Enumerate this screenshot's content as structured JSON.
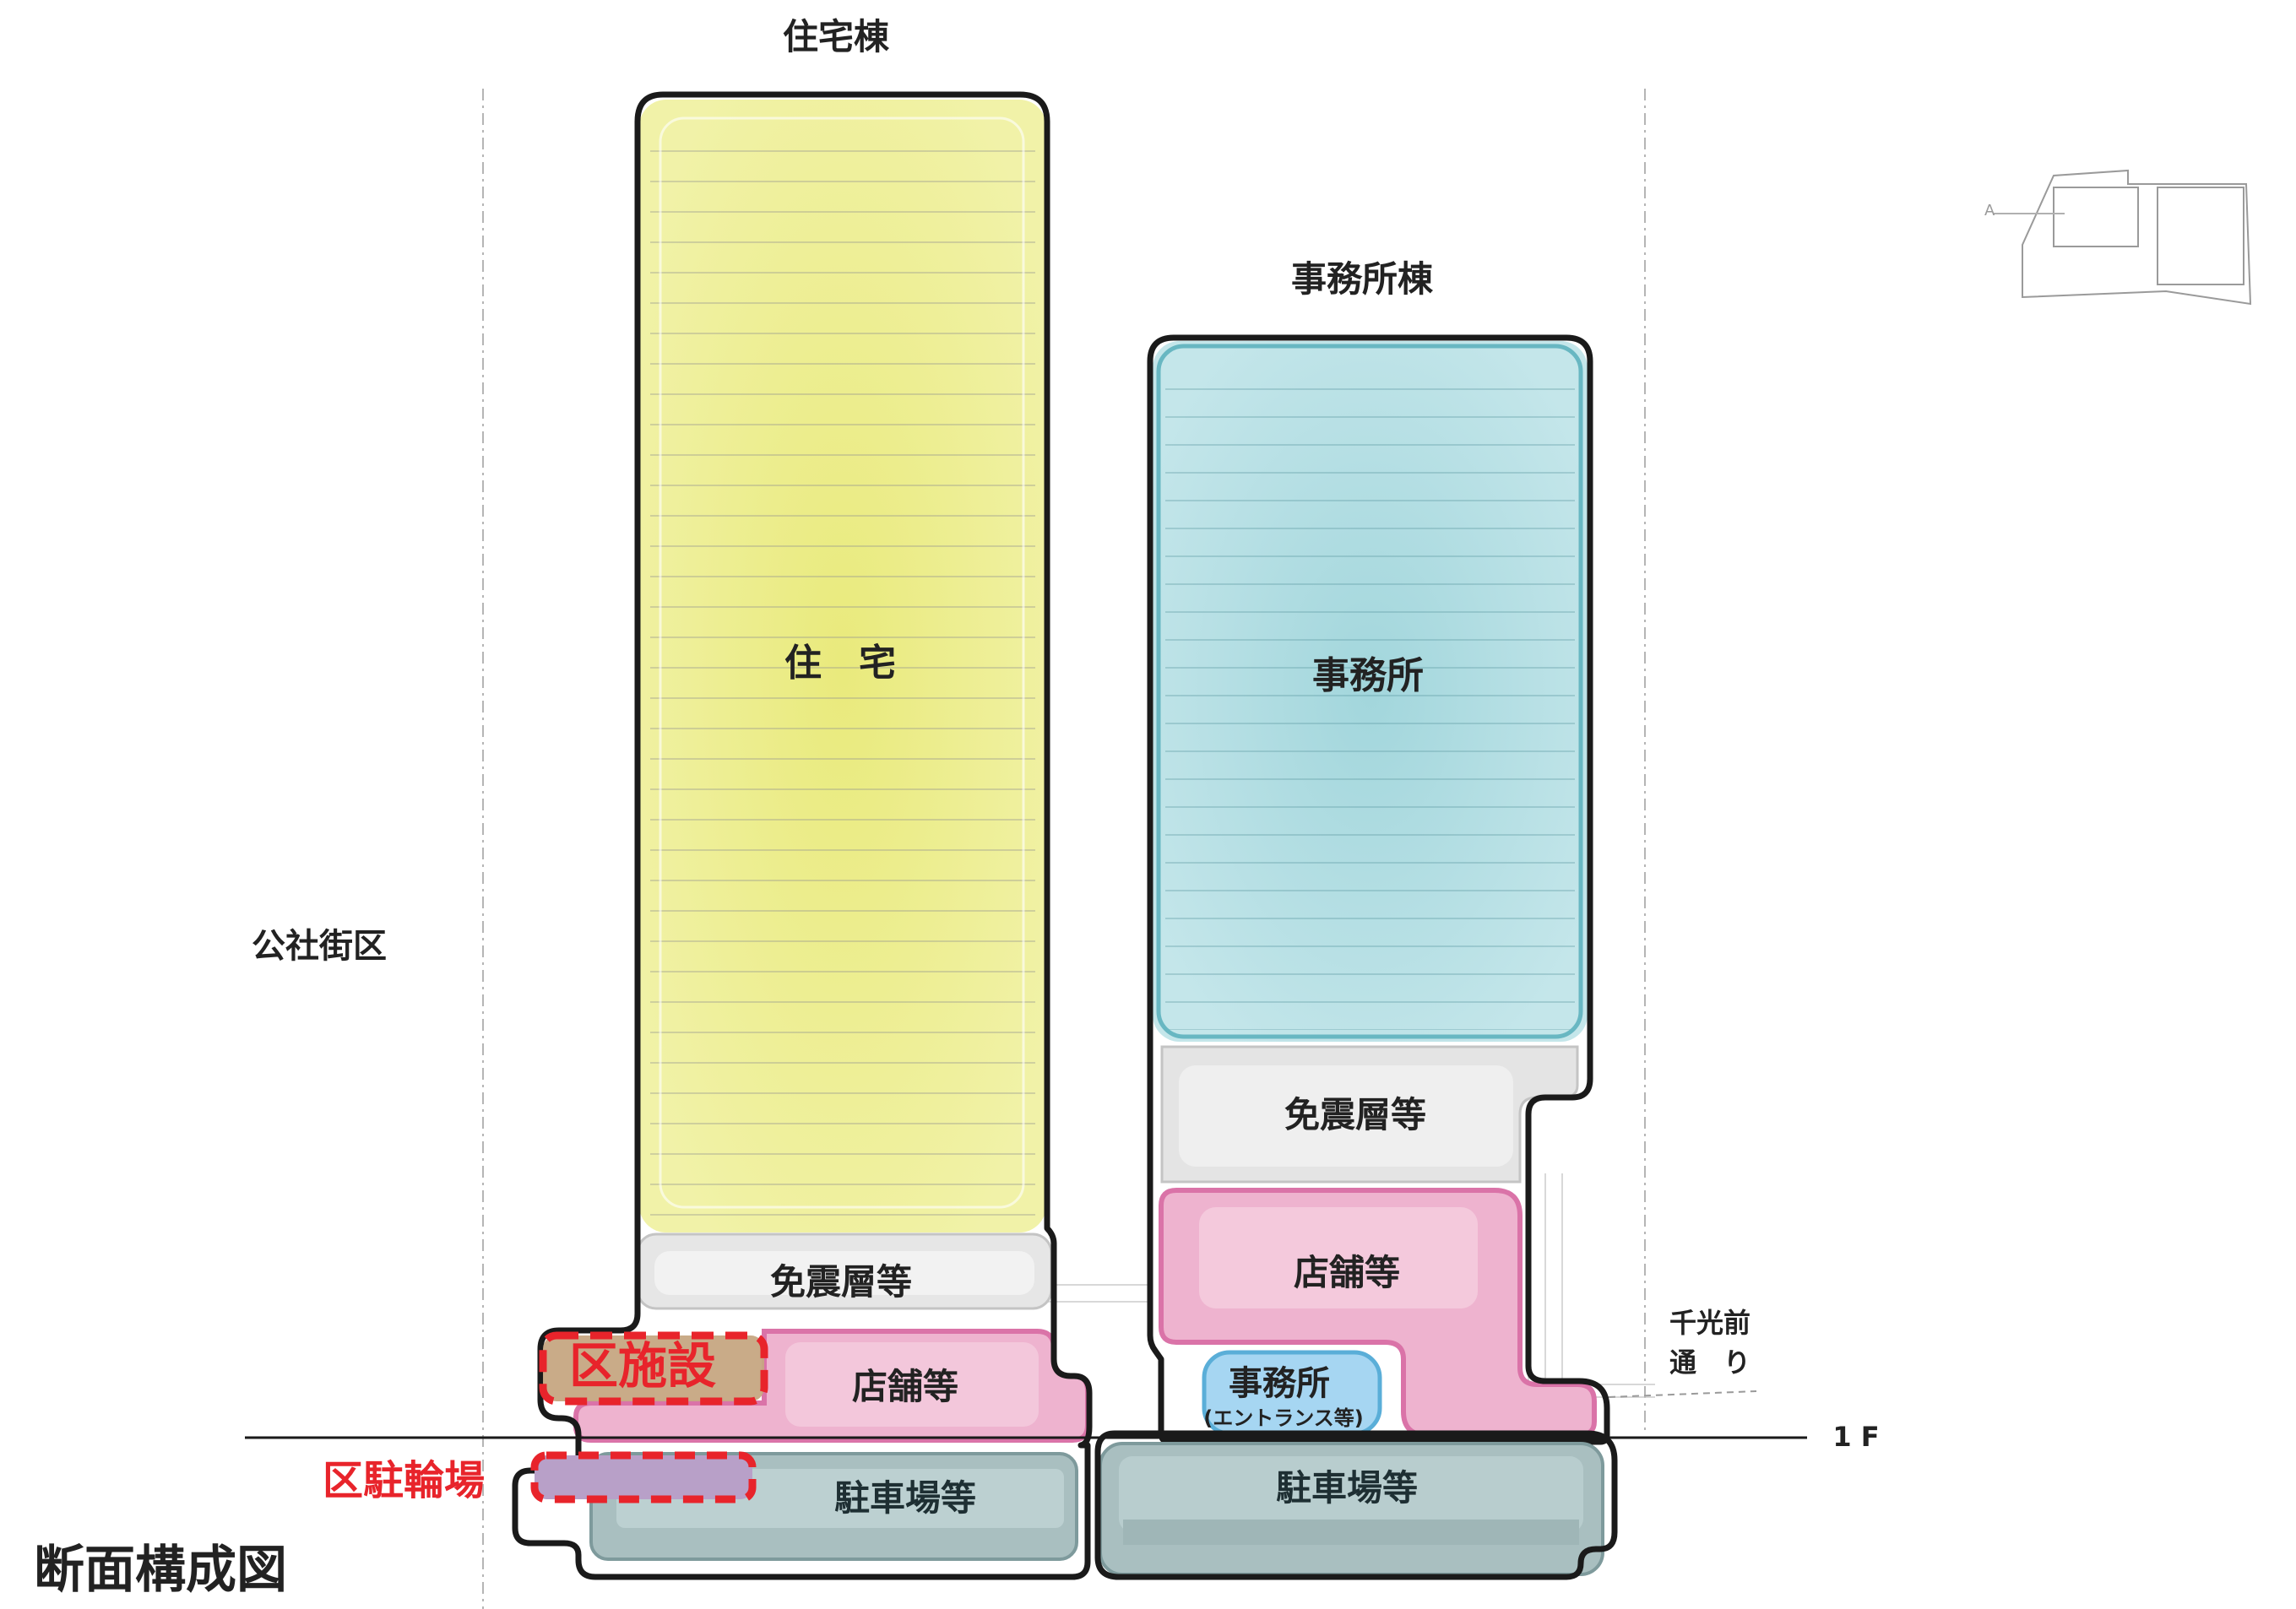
{
  "diagram": {
    "titles": {
      "residential_tower": "住宅棟",
      "office_tower": "事務所棟"
    },
    "zones": {
      "residence": "住　宅",
      "office": "事務所",
      "seismic_isolation_left": "免震層等",
      "seismic_isolation_right": "免震層等",
      "shops_left": "店舗等",
      "shops_right": "店舗等",
      "ward_facility": "区施設",
      "ward_bicycle_parking": "区駐輪場",
      "office_entrance": "事務所",
      "office_entrance_sub": "(エントランス等)",
      "parking_left": "駐車場等",
      "parking_right": "駐車場等"
    },
    "context": {
      "public_block": "公社街区",
      "street_line1": "千光前",
      "street_line2": "通　り",
      "ground_level": "1 F",
      "key_plan_marker": "A",
      "figure_title": "断面構成図"
    },
    "colors": {
      "residence": "#ecec82",
      "office": "#a7dbe0",
      "shops": "#eeb3cf",
      "seismic": "#e8e8e8",
      "parking": "#a9bfc0",
      "ward_facility": "#c6a782",
      "ward_marker": "#e8242b",
      "outline": "#1a1a1a"
    }
  }
}
